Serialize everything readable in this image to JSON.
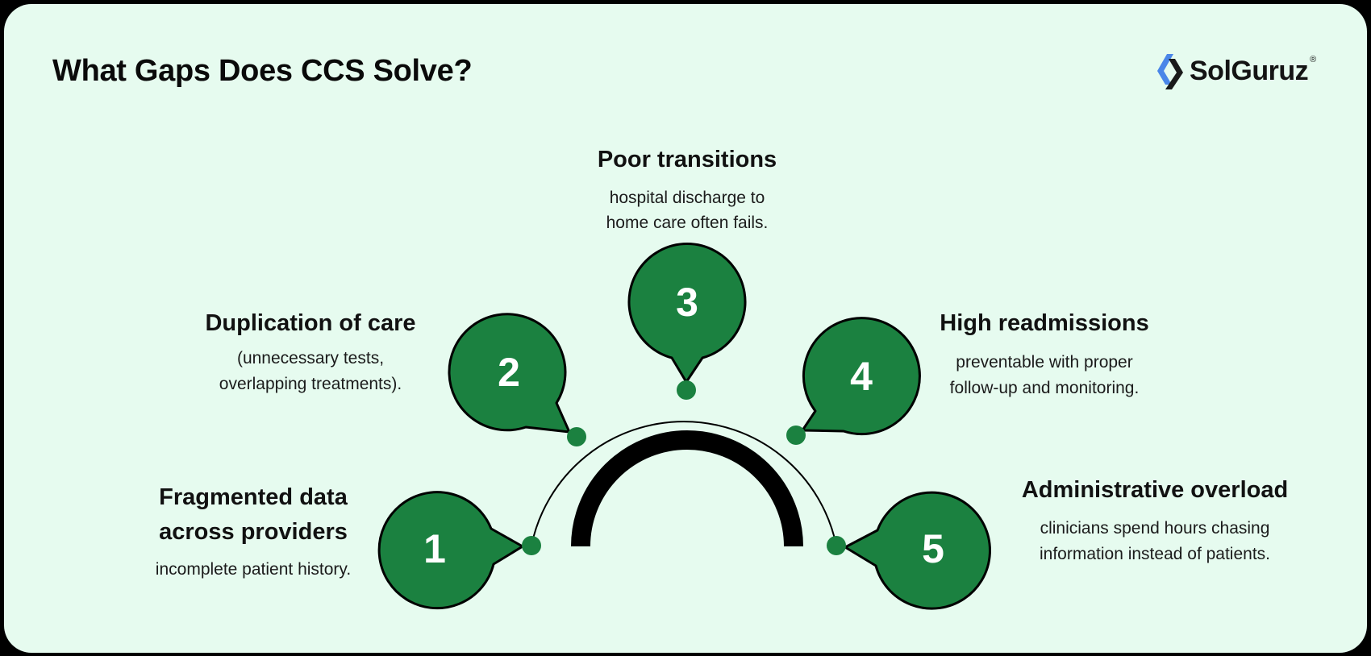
{
  "header": {
    "title": "What Gaps Does CCS Solve?",
    "logo_text": "SolGuruz",
    "logo_registered": "®"
  },
  "colors": {
    "background": "#e6fbef",
    "bubble_fill": "#1b8140",
    "outline": "#000000",
    "logo_blue": "#4a86e8"
  },
  "items": [
    {
      "number": "1",
      "title_lines": [
        "Fragmented data",
        "across providers"
      ],
      "desc_lines": [
        "incomplete patient history."
      ]
    },
    {
      "number": "2",
      "title_lines": [
        "Duplication of care"
      ],
      "desc_lines": [
        "(unnecessary tests,",
        "overlapping treatments)."
      ]
    },
    {
      "number": "3",
      "title_lines": [
        "Poor transitions"
      ],
      "desc_lines": [
        "hospital discharge to",
        "home care often fails."
      ]
    },
    {
      "number": "4",
      "title_lines": [
        "High readmissions"
      ],
      "desc_lines": [
        "preventable with proper",
        "follow-up and monitoring."
      ]
    },
    {
      "number": "5",
      "title_lines": [
        "Administrative overload"
      ],
      "desc_lines": [
        "clinicians spend hours chasing",
        "information instead of patients."
      ]
    }
  ]
}
